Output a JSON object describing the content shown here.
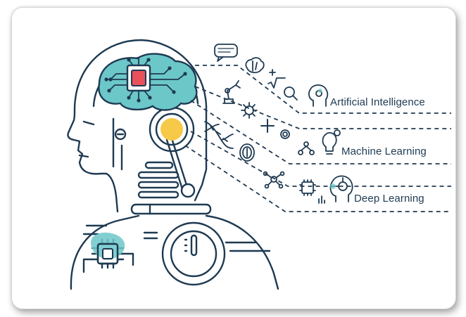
{
  "labels": {
    "ai": "Artificial Intelligence",
    "ml": "Machine Learning",
    "dl": "Deep Learning"
  },
  "colors": {
    "navy": "#1e3a52",
    "teal": "#6cc7c9",
    "red": "#e8505b",
    "yellow": "#f7c948"
  },
  "icons": [
    "speech-bubble-icon",
    "brain-icon",
    "math-symbols-icon",
    "magnifier-icon",
    "head-gear-icon",
    "robot-arm-icon",
    "gear-icon",
    "plus-icon",
    "dna-icon",
    "ring-icon",
    "network-tree-icon",
    "lightbulb-gear-icon",
    "fingerprint-icon",
    "molecule-icon",
    "chip-icon",
    "bar-chart-icon",
    "head-circuit-icon"
  ]
}
